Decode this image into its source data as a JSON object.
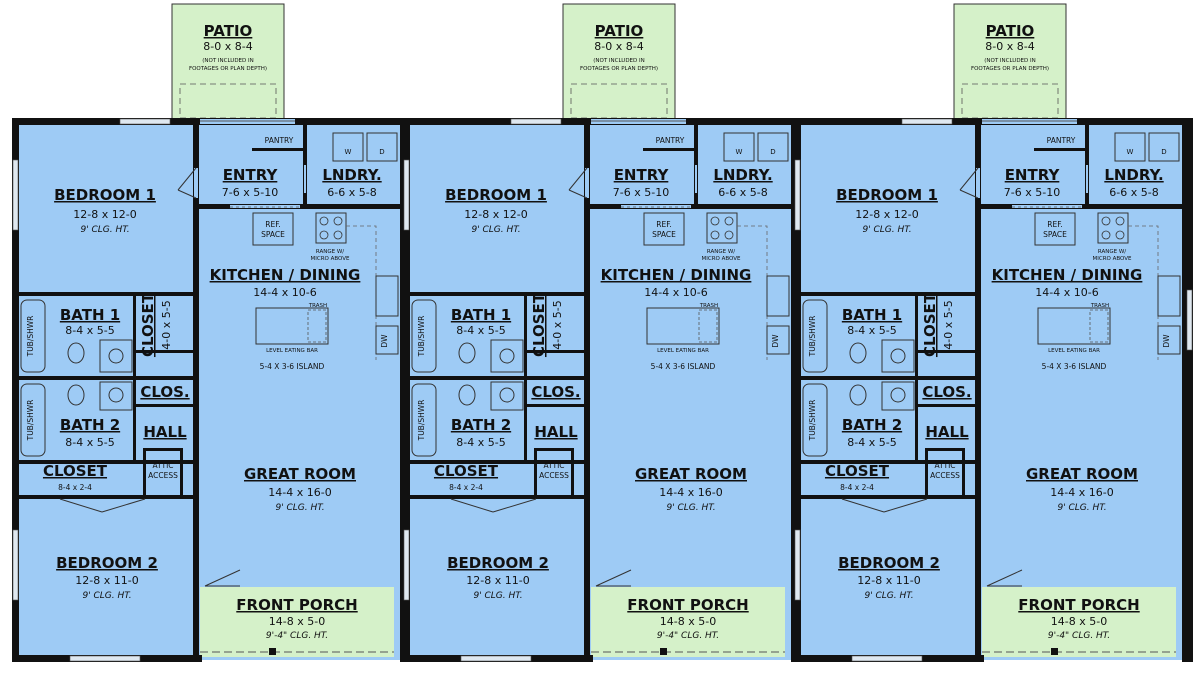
{
  "colors": {
    "room_fill": "#9ecbf5",
    "patio_fill": "#d5f1c9",
    "porch_fill": "#d5f1c9",
    "wall": "#111111"
  },
  "patio": {
    "name": "PATIO",
    "size": "8-0 x 8-4",
    "note_1": "(NOT INCLUDED IN",
    "note_2": "FOOTAGES OR PLAN DEPTH)"
  },
  "bedroom_1": {
    "name": "BEDROOM 1",
    "size": "12-8 x 12-0",
    "clg": "9' CLG. HT."
  },
  "entry": {
    "name": "ENTRY",
    "size": "7-6 x 5-10"
  },
  "laundry": {
    "name": "LNDRY.",
    "size": "6-6 x 5-8"
  },
  "pantry": {
    "name": "PANTRY"
  },
  "kitchen": {
    "name": "KITCHEN / DINING",
    "size": "14-4 x 10-6",
    "ref_1": "REF.",
    "ref_2": "SPACE",
    "range_1": "RANGE W/",
    "range_2": "MICRO ABOVE",
    "trash": "TRASH",
    "eating_bar": "LEVEL EATING BAR",
    "island": "5-4 X 3-6 ISLAND",
    "dw": "DW"
  },
  "bath_1": {
    "name": "BATH 1",
    "size": "8-4 x 5-5",
    "tub": "TUB/SHWR"
  },
  "closet_1": {
    "name": "CLOSET",
    "size": "4-0 x 5-5"
  },
  "clos": {
    "name": "CLOS."
  },
  "bath_2": {
    "name": "BATH 2",
    "size": "8-4 x 5-5",
    "tub": "TUB/SHWR"
  },
  "hall": {
    "name": "HALL"
  },
  "closet_2": {
    "name": "CLOSET",
    "size": "8-4 x 2-4"
  },
  "attic": {
    "line_1": "ATTIC",
    "line_2": "ACCESS"
  },
  "great_room": {
    "name": "GREAT ROOM",
    "size": "14-4 x 16-0",
    "clg": "9' CLG. HT."
  },
  "bedroom_2": {
    "name": "BEDROOM 2",
    "size": "12-8 x 11-0",
    "clg": "9' CLG. HT."
  },
  "front_porch": {
    "name": "FRONT PORCH",
    "size": "14-8 x 5-0",
    "clg": "9'-4\" CLG. HT."
  },
  "fixtures": {
    "washer": "W",
    "dryer": "D"
  }
}
